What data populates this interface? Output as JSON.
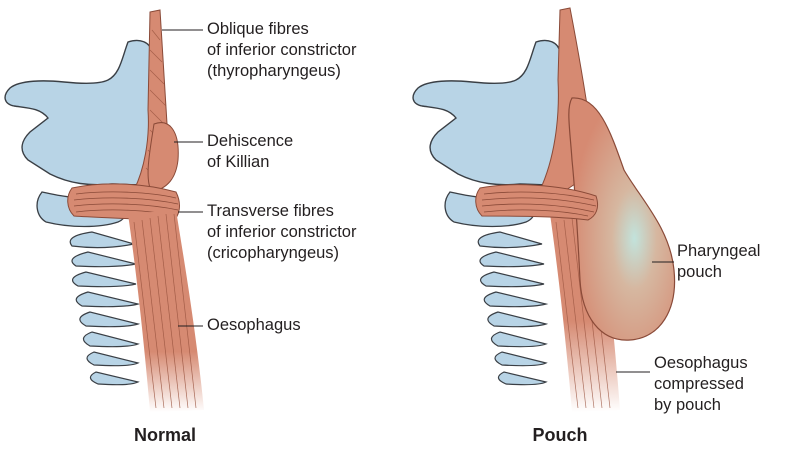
{
  "colors": {
    "cartilage": "#b8d4e6",
    "cartilage_stroke": "#3a3f45",
    "muscle": "#d68a72",
    "muscle_dark": "#b5634a",
    "pouch_fill": "#d9977d",
    "pouch_glow": "#c2e3dc",
    "leader": "#231f20"
  },
  "panels": [
    {
      "caption": "Normal",
      "labels": [
        "Oblique fibres\nof inferior constrictor\n(thyropharyngeus)",
        "Dehiscence\nof Killian",
        "Transverse fibres\nof inferior constrictor\n(cricopharyngeus)",
        "Oesophagus"
      ]
    },
    {
      "caption": "Pouch",
      "labels": [
        "Pharyngeal\npouch",
        "Oesophagus\ncompressed\nby pouch"
      ]
    }
  ]
}
